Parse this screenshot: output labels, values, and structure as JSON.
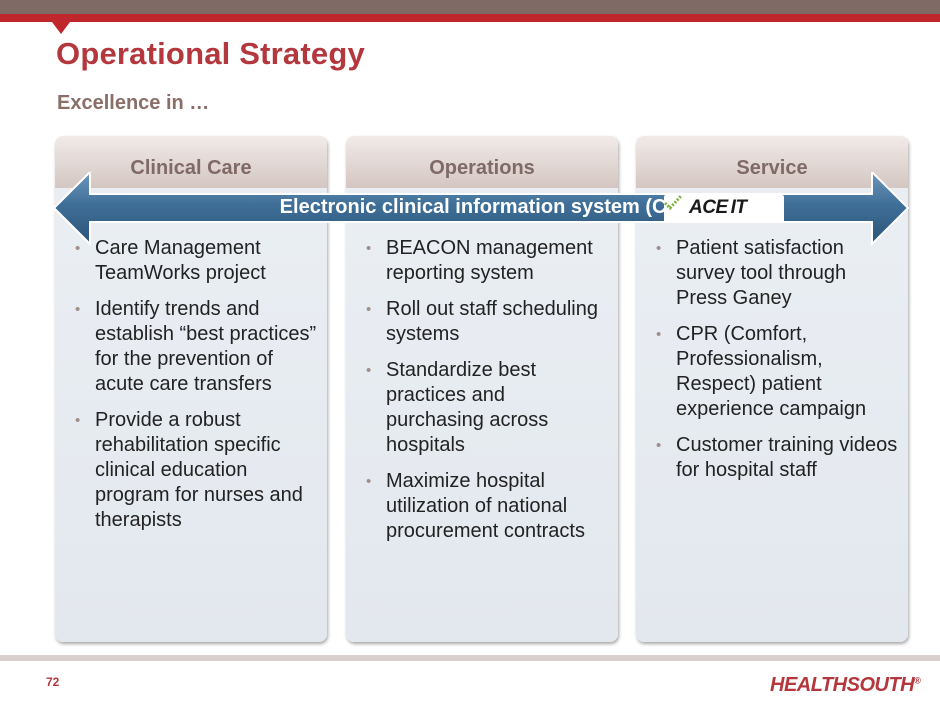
{
  "slide": {
    "title": "Operational Strategy",
    "subtitle": "Excellence in …",
    "page_number": "72",
    "brand": "HEALTHSOUTH",
    "brand_mark": "®"
  },
  "banner": {
    "text": "Electronic clinical information system (CIS)",
    "logo_text": "ACE",
    "logo_suffix": "IT"
  },
  "columns": [
    {
      "heading": "Clinical Care",
      "bullets": [
        "Care Management TeamWorks project",
        "Identify trends and establish “best practices” for the prevention of acute care transfers",
        "Provide a robust rehabilitation specific clinical education program for nurses and therapists"
      ]
    },
    {
      "heading": "Operations",
      "bullets": [
        "BEACON management reporting system",
        "Roll out staff scheduling systems",
        "Standardize best practices and purchasing across hospitals",
        "Maximize hospital utilization of national procurement contracts"
      ]
    },
    {
      "heading": "Service",
      "bullets": [
        "Patient satisfaction survey tool through Press Ganey",
        "CPR (Comfort, Professionalism, Respect) patient experience campaign",
        "Customer training videos for hospital staff"
      ]
    }
  ],
  "colors": {
    "title_red": "#b3373d",
    "header_brown": "#7f6a66",
    "banner_blue": "#3f6f98",
    "panel_bg": "#e7ebf0"
  }
}
